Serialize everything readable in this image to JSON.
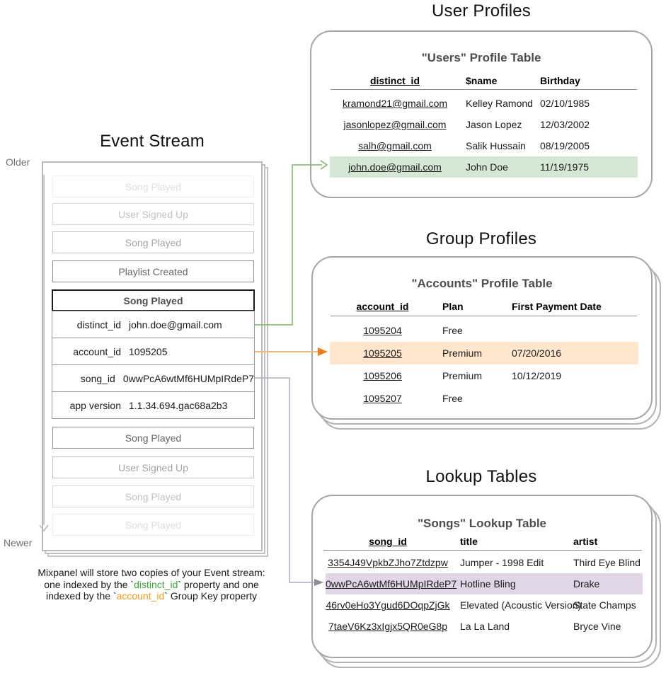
{
  "colors": {
    "highlight_green": "#d5e8d4",
    "highlight_orange": "#ffe6cc",
    "highlight_purple": "#e1d5e7",
    "arrow_green": "#82b366",
    "arrow_orange_line": "#f0ba77",
    "arrow_orange_head": "#ea7f18",
    "arrow_purple_line": "#b6a6c6",
    "arrow_purple_head": "#8f8f8f",
    "keyword_green": "#3da33d",
    "keyword_orange": "#f59a23"
  },
  "event_stream": {
    "title": "Event Stream",
    "timeline": {
      "older": "Older",
      "newer": "Newer"
    },
    "events_before": [
      "Song Played",
      "User Signed Up",
      "Song Played",
      "Playlist Created"
    ],
    "expanded_event": {
      "name": "Song Played",
      "properties": [
        {
          "key": "distinct_id",
          "value": "john.doe@gmail.com"
        },
        {
          "key": "account_id",
          "value": "1095205"
        },
        {
          "key": "song_id",
          "value": "0wwPcA6wtMf6HUMpIRdeP7"
        },
        {
          "key": "app version",
          "value": "1.1.34.694.gac68a2b3"
        }
      ]
    },
    "events_after": [
      "Song Played",
      "User Signed Up",
      "Song Played",
      "Song Played"
    ]
  },
  "caption": {
    "line1": "Mixpanel will store two copies of your Event stream:",
    "line2_pre": "one indexed by the `",
    "line2_keyword": "distinct_id",
    "line2_post": "` property and one",
    "line3_pre": "indexed by the `",
    "line3_keyword": "account_id",
    "line3_post": "` Group Key property"
  },
  "user_profiles": {
    "section_title": "User Profiles",
    "table_title": "\"Users\" Profile Table",
    "columns": [
      "distinct_id",
      "$name",
      "Birthday"
    ],
    "rows": [
      {
        "distinct_id": "kramond21@gmail.com",
        "name": "Kelley Ramond",
        "birthday": "02/10/1985"
      },
      {
        "distinct_id": "jasonlopez@gmail.com",
        "name": "Jason Lopez",
        "birthday": "12/03/2002"
      },
      {
        "distinct_id": "salh@gmail.com",
        "name": "Salik Hussain",
        "birthday": "08/19/2005"
      },
      {
        "distinct_id": "john.doe@gmail.com",
        "name": "John Doe",
        "birthday": "11/19/1975"
      }
    ]
  },
  "group_profiles": {
    "section_title": "Group Profiles",
    "table_title": "\"Accounts\" Profile Table",
    "columns": [
      "account_id",
      "Plan",
      "First Payment Date"
    ],
    "rows": [
      {
        "account_id": "1095204",
        "plan": "Free",
        "first_payment_date": ""
      },
      {
        "account_id": "1095205",
        "plan": "Premium",
        "first_payment_date": "07/20/2016"
      },
      {
        "account_id": "1095206",
        "plan": "Premium",
        "first_payment_date": "10/12/2019"
      },
      {
        "account_id": "1095207",
        "plan": "Free",
        "first_payment_date": ""
      }
    ]
  },
  "lookup_tables": {
    "section_title": "Lookup Tables",
    "table_title": "\"Songs\" Lookup Table",
    "columns": [
      "song_id",
      "title",
      "artist"
    ],
    "rows": [
      {
        "song_id": "3354J49VpkbZJho7Ztdzpw",
        "title": "Jumper - 1998 Edit",
        "artist": "Third Eye Blind"
      },
      {
        "song_id": "0wwPcA6wtMf6HUMpIRdeP7",
        "title": "Hotline Bling",
        "artist": "Drake"
      },
      {
        "song_id": "46rv0eHo3Ygud6DOqpZjGk",
        "title": "Elevated (Acoustic Version)",
        "artist": "State Champs"
      },
      {
        "song_id": "7taeV6Kz3xIgjx5QR0eG8p",
        "title": "La La Land",
        "artist": "Bryce Vine"
      }
    ]
  }
}
